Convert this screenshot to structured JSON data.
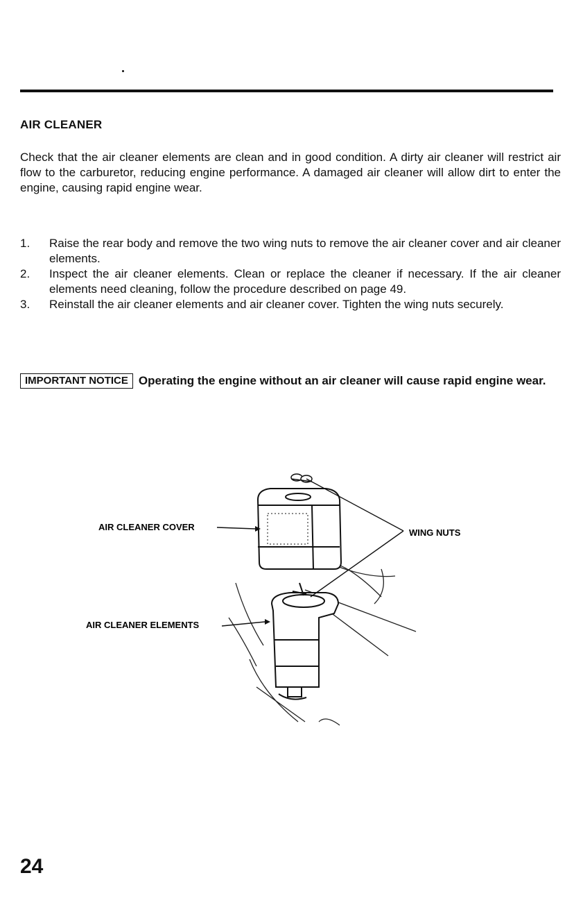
{
  "section": {
    "title": "AIR CLEANER",
    "intro": "Check that the air cleaner elements are clean and in good condition. A dirty air cleaner will restrict air flow to the carburetor, reducing engine performance. A damaged air cleaner will allow dirt to enter the engine, causing rapid engine wear."
  },
  "steps": [
    {
      "num": "1.",
      "text": "Raise the rear body and remove the two wing nuts to remove the air cleaner cover and air cleaner elements."
    },
    {
      "num": "2.",
      "text": "Inspect the air cleaner elements. Clean or replace the cleaner if necessary. If the air cleaner elements need cleaning, follow the procedure described on page 49."
    },
    {
      "num": "3.",
      "text": "Reinstall the air cleaner elements and air cleaner cover. Tighten the wing nuts securely."
    }
  ],
  "notice": {
    "label": "IMPORTANT NOTICE",
    "text": "Operating the engine without an air cleaner will cause rapid engine wear."
  },
  "figure": {
    "labels": {
      "cover": "AIR CLEANER COVER",
      "elements": "AIR CLEANER ELEMENTS",
      "wing_nuts": "WING NUTS"
    }
  },
  "page_number": "24"
}
